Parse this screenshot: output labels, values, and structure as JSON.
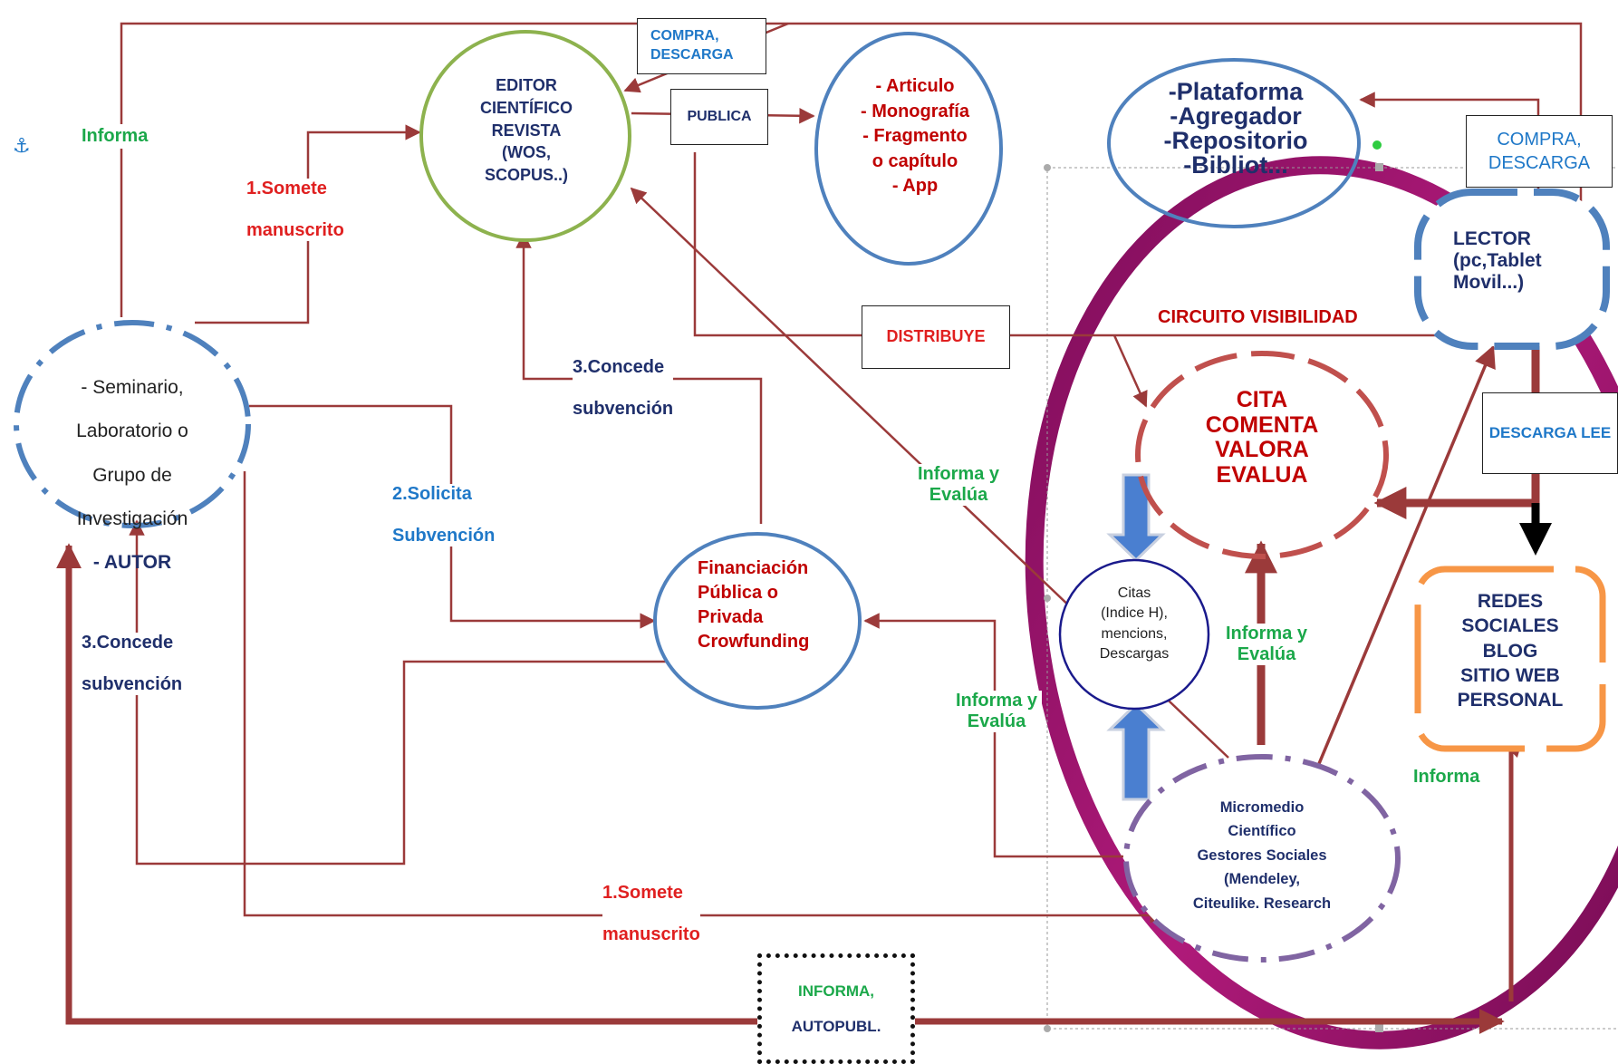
{
  "nodes": {
    "author": {
      "line1": "- Seminario,",
      "line2": "Laboratorio o",
      "line3": "Grupo de",
      "line4": "Investigación",
      "line5": "- AUTOR"
    },
    "editor": {
      "text": "EDITOR\nCIENTÍFICO\nREVISTA\n(WOS,\nSCOPUS..)"
    },
    "products": {
      "text": "- Articulo\n- Monografía\n- Fragmento\no capítulo\n- App"
    },
    "platform": {
      "text": "-Plataforma\n-Agregador\n-Repositorio\n-Bibliot..."
    },
    "reader": {
      "text": "LECTOR\n(pc,Tablet\nMovil...)"
    },
    "cite": {
      "text": "CITA\nCOMENTA\nVALORA\nEVALUA"
    },
    "metrics": {
      "text": "Citas\n(Indice H),\nmencions,\nDescargas"
    },
    "micromedia": {
      "text": "Micromedio\nCientífico\nGestores Sociales\n(Mendeley,\nCiteulike. Research"
    },
    "funding": {
      "text": "Financiación\nPública o\nPrivada\nCrowfunding"
    },
    "social": {
      "text": "REDES\nSOCIALES\nBLOG\nSITIO WEB\nPERSONAL"
    }
  },
  "boxes": {
    "buy_top": "COMPRA,\nDESCARGA",
    "publish": "PUBLICA",
    "distribute": "DISTRIBUYE",
    "buy_right": "COMPRA,\nDESCARGA",
    "download_read": "DESCARGA\nLEE",
    "self_publish_line1": "INFORMA,",
    "self_publish_line2": "AUTOPUBL."
  },
  "labels": {
    "informa_top": "Informa",
    "submit_1": "1.Somete\n\nmanuscrito",
    "grant_3_mid": "3.Concede\n\nsubvención",
    "request_2": "2.Solicita\n\nSubvención",
    "grant_3_left": "3.Concede\n\nsubvención",
    "inform_eval_1": "Informa y\nEvalúa",
    "inform_eval_2": "Informa y\nEvalúa",
    "inform_eval_3": "Informa y\nEvalúa",
    "visibility": "CIRCUITO VISIBILIDAD",
    "submit_2": "1.Somete\n\nmanuscrito",
    "informa_right": "Informa"
  },
  "icons": {
    "anchor": "⚓"
  },
  "colors": {
    "arrow": "#9b3a3a",
    "green_ring": "#8db24e",
    "blue_ring": "#4f81bd",
    "red_ring": "#c0504d",
    "purple_ring": "#8064a2",
    "orange_box": "#f79646",
    "magenta_ring": "#a0106b"
  }
}
